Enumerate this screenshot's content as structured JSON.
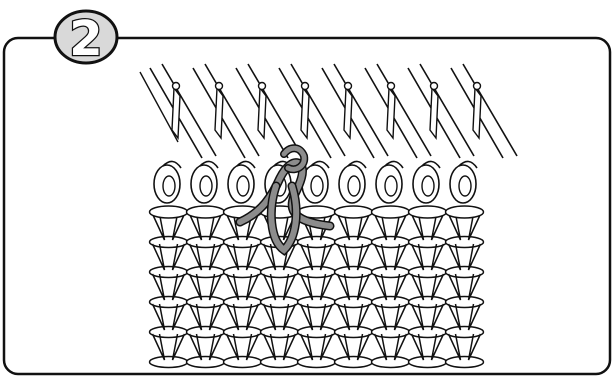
{
  "step": {
    "number": "2"
  },
  "colors": {
    "ink": "#111111",
    "frame_fill": "#ffffff",
    "badge_fill": "#d9d9d9",
    "highlight_yarn": "#8c8c8c",
    "paper": "#ffffff"
  },
  "illustration": {
    "subject": "knitting-machine-latch-needles-with-knit-fabric",
    "needle_count": 8,
    "loop_count": 9,
    "fabric_rows": 5,
    "stitch_columns": 9,
    "highlighted_stitch": "transferred-loop-on-needle"
  }
}
